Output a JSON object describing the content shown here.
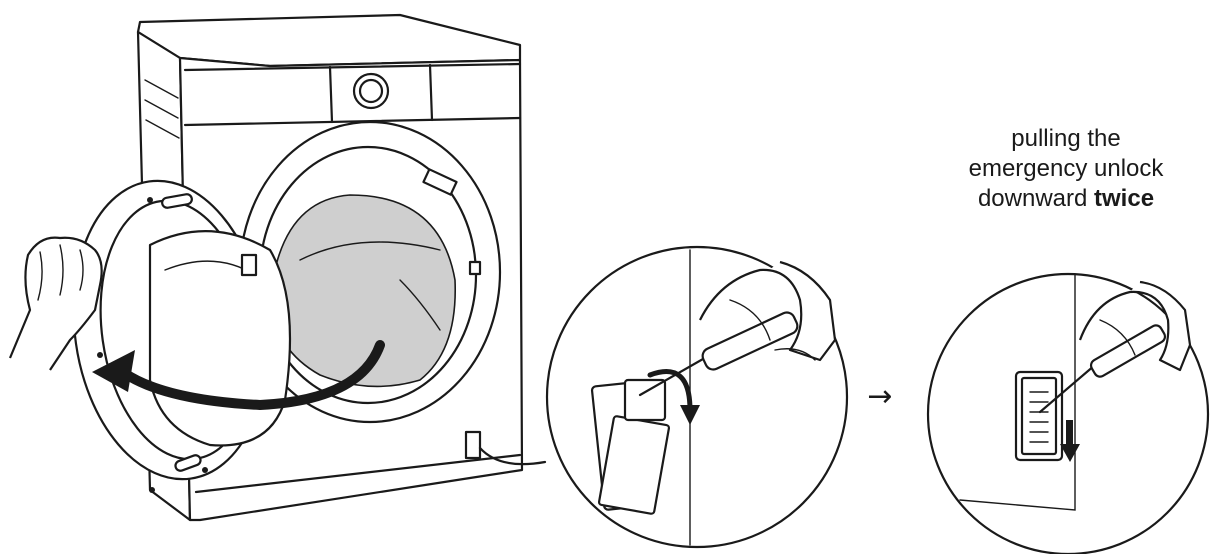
{
  "caption": {
    "line1": "pulling the",
    "line2": "emergency unlock",
    "line3_plain": "downward ",
    "line3_bold": "twice"
  },
  "step_arrow": "→",
  "colors": {
    "ink": "#1a1a1a",
    "drum": "#cfcfcf",
    "background": "#ffffff"
  },
  "icons": [
    "washing-machine-icon",
    "hand-icon",
    "rotate-arrow-icon",
    "screwdriver-icon",
    "down-arrow-icon"
  ]
}
